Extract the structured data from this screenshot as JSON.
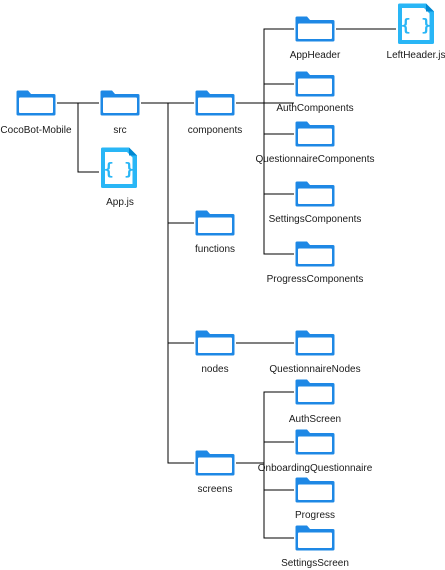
{
  "colors": {
    "folder_body": "#1e88e5",
    "folder_fill": "#ffffff",
    "file_accent": "#29b6f6",
    "line": "#000000",
    "label": "#1a1a1a"
  },
  "icons": {
    "folder": "folder-icon",
    "file": "js-file-icon"
  },
  "nodes": {
    "root": {
      "label": "CocoBot-Mobile",
      "kind": "folder"
    },
    "src": {
      "label": "src",
      "kind": "folder"
    },
    "app_js": {
      "label": "App.js",
      "kind": "file"
    },
    "components": {
      "label": "components",
      "kind": "folder"
    },
    "functions": {
      "label": "functions",
      "kind": "folder"
    },
    "nodes_dir": {
      "label": "nodes",
      "kind": "folder"
    },
    "screens": {
      "label": "screens",
      "kind": "folder"
    },
    "app_header": {
      "label": "AppHeader",
      "kind": "folder"
    },
    "left_header_js": {
      "label": "LeftHeader.js",
      "kind": "file"
    },
    "auth_components": {
      "label": "AuthComponents",
      "kind": "folder"
    },
    "questionnaire_components": {
      "label": "QuestionnaireComponents",
      "kind": "folder"
    },
    "settings_components": {
      "label": "SettingsComponents",
      "kind": "folder"
    },
    "progress_components": {
      "label": "ProgressComponents",
      "kind": "folder"
    },
    "questionnaire_nodes": {
      "label": "QuestionnaireNodes",
      "kind": "folder"
    },
    "auth_screen": {
      "label": "AuthScreen",
      "kind": "folder"
    },
    "onboarding_questionnaire": {
      "label": "OnboardingQuestionnaire",
      "kind": "folder"
    },
    "progress": {
      "label": "Progress",
      "kind": "folder"
    },
    "settings_screen": {
      "label": "SettingsScreen",
      "kind": "folder"
    }
  },
  "edges": [
    [
      "root",
      "src"
    ],
    [
      "root",
      "app_js"
    ],
    [
      "src",
      "components"
    ],
    [
      "src",
      "functions"
    ],
    [
      "src",
      "nodes_dir"
    ],
    [
      "src",
      "screens"
    ],
    [
      "components",
      "app_header"
    ],
    [
      "components",
      "auth_components"
    ],
    [
      "components",
      "questionnaire_components"
    ],
    [
      "components",
      "settings_components"
    ],
    [
      "components",
      "progress_components"
    ],
    [
      "app_header",
      "left_header_js"
    ],
    [
      "nodes_dir",
      "questionnaire_nodes"
    ],
    [
      "screens",
      "auth_screen"
    ],
    [
      "screens",
      "onboarding_questionnaire"
    ],
    [
      "screens",
      "progress"
    ],
    [
      "screens",
      "settings_screen"
    ]
  ]
}
